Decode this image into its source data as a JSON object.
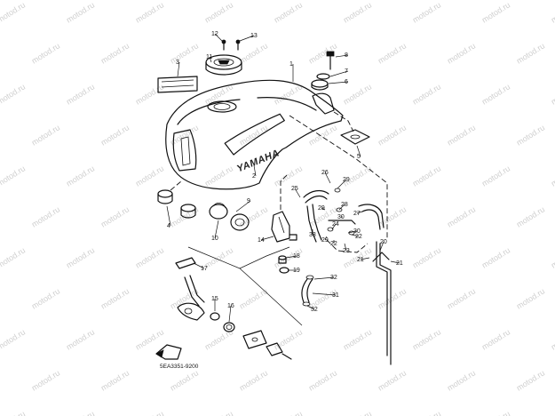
{
  "diagram": {
    "callouts": [
      "1",
      "2",
      "3",
      "4",
      "5",
      "6",
      "7",
      "8",
      "9",
      "10",
      "11",
      "12",
      "13",
      "14",
      "15",
      "16",
      "17",
      "18",
      "19",
      "20",
      "21",
      "21",
      "22",
      "22",
      "23",
      "24",
      "25",
      "26",
      "27",
      "28",
      "29",
      "29",
      "29",
      "30",
      "30",
      "31",
      "32",
      "32",
      "33"
    ],
    "badge_text": "YAMAHA",
    "figure_code": "5EA3351-9200",
    "watermark": "motod.ru"
  }
}
